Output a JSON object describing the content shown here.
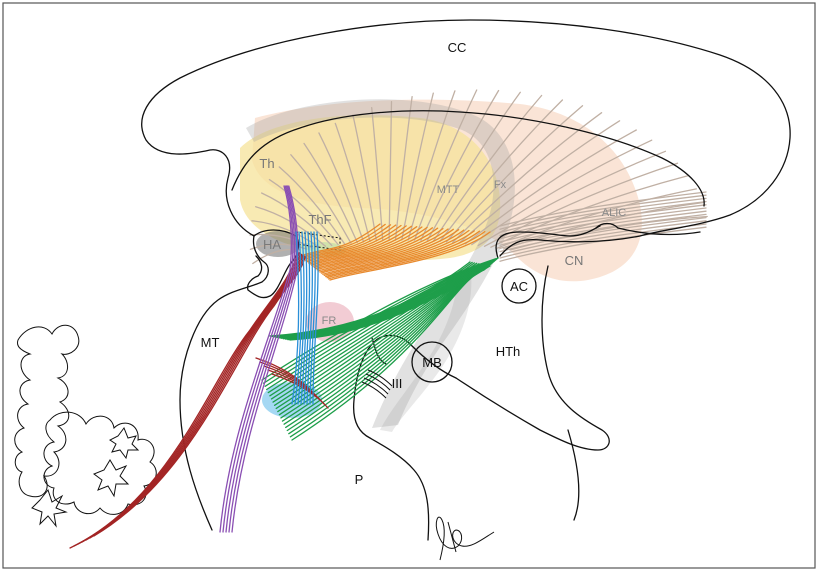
{
  "labels": {
    "cc": "CC",
    "th": "Th",
    "mtt": "MTT",
    "fx": "Fx",
    "alic": "ALIC",
    "thf": "ThF",
    "ha": "HA",
    "cn": "CN",
    "ac": "AC",
    "mt": "MT",
    "fr": "FR",
    "mb": "MB",
    "hth": "HTh",
    "iii": "III",
    "p": "P"
  },
  "colors": {
    "thalamus_fill": "#f6e39a",
    "caudate_fill": "#f6cdb4",
    "fornix_shadow": "#9a9a9a",
    "habenula_fill": "#6f6f6f",
    "red_nucleus_fill": "#e8a3b0",
    "subthalamic_fill": "#5bb8ea",
    "radiation_fibers": "#c0b0a4",
    "orange_tract": "#e88a2e",
    "green_tract": "#1e9e4a",
    "red_tract": "#a32525",
    "purple_tract": "#8a4fb3",
    "blue_tract": "#2a8fd8",
    "outline": "#111111"
  },
  "icons": {
    "signature": "artist-signature-icon"
  }
}
